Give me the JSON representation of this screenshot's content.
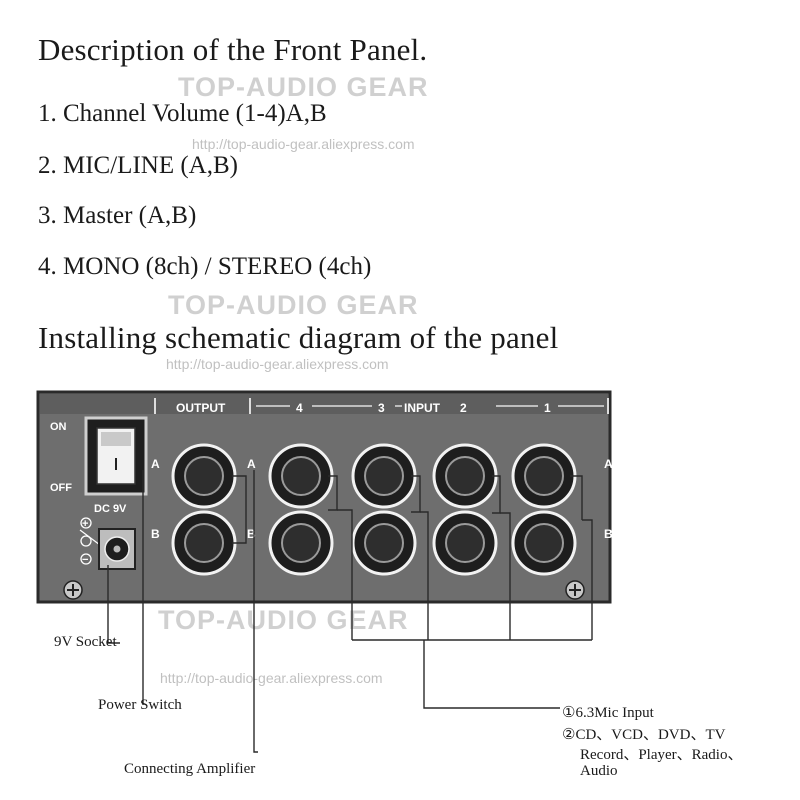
{
  "heading_front": "Description of the Front Panel.",
  "items": [
    "1. Channel Volume (1-4)A,B",
    "2. MIC/LINE (A,B)",
    "3. Master (A,B)",
    "4. MONO (8ch) / STEREO (4ch)"
  ],
  "heading_install": "Installing schematic diagram of the panel",
  "watermark": {
    "brand": "TOP-AUDIO GEAR",
    "url": "http://top-audio-gear.aliexpress.com"
  },
  "panel": {
    "on": "ON",
    "off": "OFF",
    "dc": "DC 9V",
    "output": "OUTPUT",
    "input": "INPUT",
    "ch4": "4",
    "ch3": "3",
    "ch2": "2",
    "ch1": "1",
    "a": "A",
    "b": "B",
    "polarity_plus": "+",
    "polarity_minus": "−"
  },
  "callouts": {
    "socket": "9V Socket",
    "power": "Power Switch",
    "amp": "Connecting Amplifier",
    "input1": "①6.3Mic Input",
    "input2a": "②CD、VCD、DVD、TV",
    "input2b": "Record、Player、Radio、",
    "input2c": "Audio"
  },
  "colors": {
    "panel": "#6e6e6e",
    "panel_edge": "#2a2a2a",
    "jack": "#1e1e1e",
    "label": "#ffffff"
  }
}
